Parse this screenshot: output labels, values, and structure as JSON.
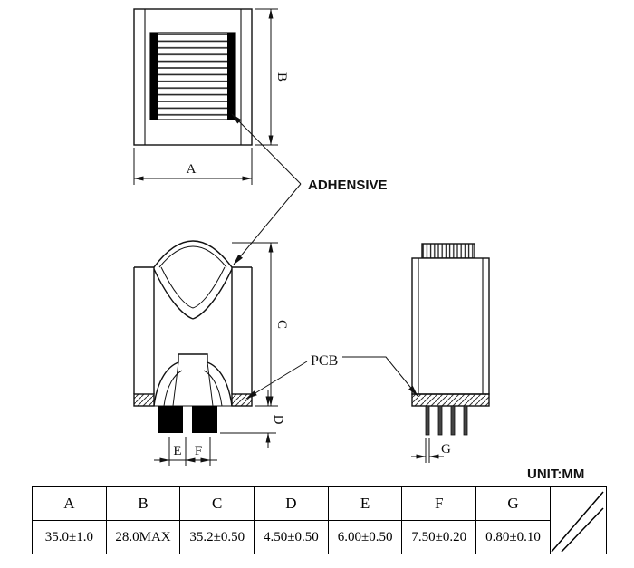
{
  "drawing": {
    "labels": {
      "adhesive": "ADHENSIVE",
      "pcb": "PCB",
      "unit": "UNIT:MM"
    },
    "dims": {
      "a": "A",
      "b": "B",
      "c": "C",
      "d": "D",
      "e": "E",
      "f": "F",
      "g": "G"
    },
    "colors": {
      "adhesive_label": "#F5A500",
      "line": "#111111"
    }
  },
  "table": {
    "headers": [
      "A",
      "B",
      "C",
      "D",
      "E",
      "F",
      "G"
    ],
    "values": [
      "35.0±1.0",
      "28.0MAX",
      "35.2±0.50",
      "4.50±0.50",
      "6.00±0.50",
      "7.50±0.20",
      "0.80±0.10"
    ]
  }
}
